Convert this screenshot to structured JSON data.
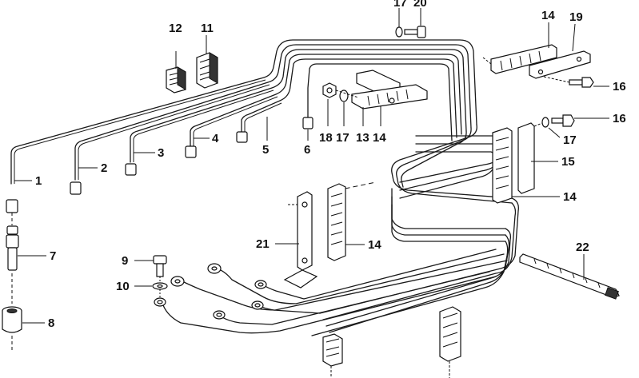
{
  "diagram": {
    "title": "Brake / fuel line assembly exploded view",
    "callouts": {
      "c1": "1",
      "c2": "2",
      "c3": "3",
      "c4": "4",
      "c5": "5",
      "c6": "6",
      "c7": "7",
      "c8": "8",
      "c9": "9",
      "c10": "10",
      "c11": "11",
      "c12": "12",
      "c13": "13",
      "c14a": "14",
      "c14b": "14",
      "c14c": "14",
      "c14d": "14",
      "c15": "15",
      "c16a": "16",
      "c16b": "16",
      "c17a": "17",
      "c17b": "17",
      "c17c": "17",
      "c18": "18",
      "c19": "19",
      "c20": "20",
      "c21": "21",
      "c22": "22"
    },
    "colors": {
      "ink": "#111111",
      "background": "#ffffff"
    }
  }
}
